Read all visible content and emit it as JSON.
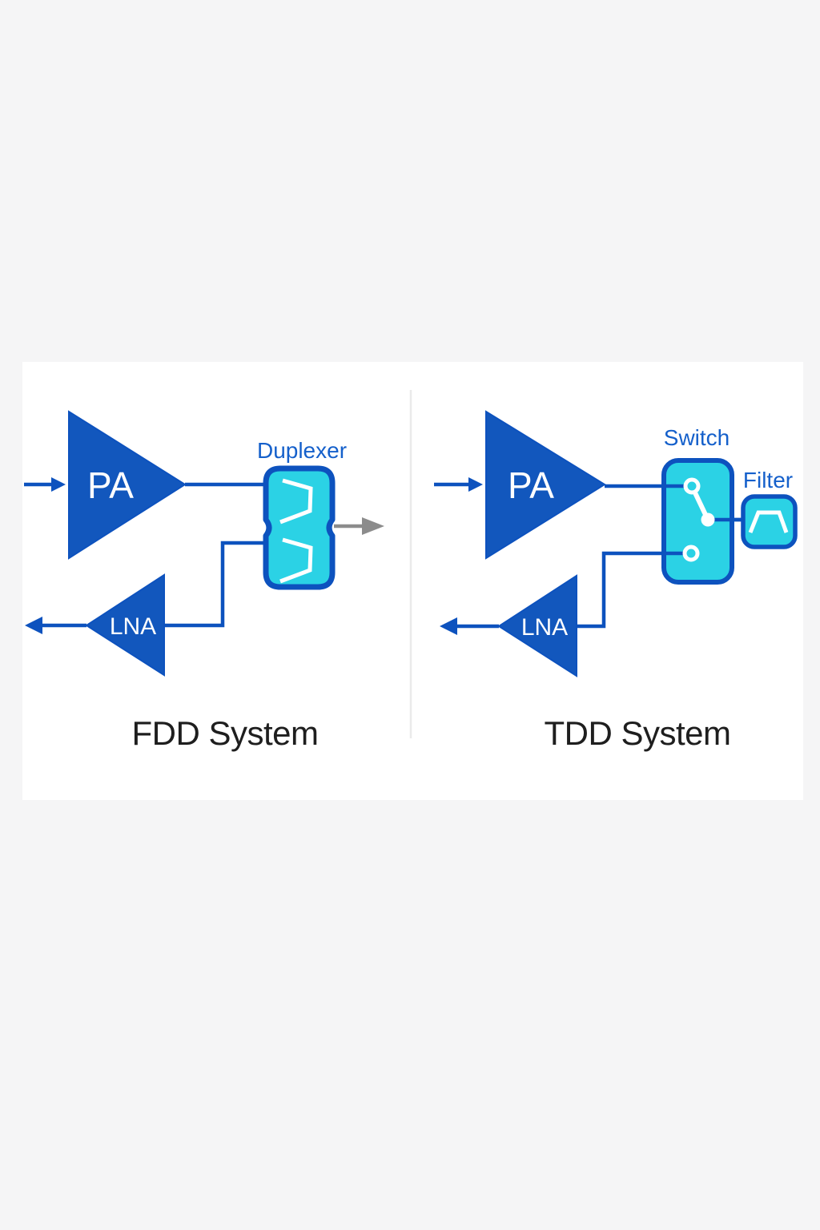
{
  "fdd": {
    "title": "FDD System",
    "pa_label": "PA",
    "lna_label": "LNA",
    "duplexer_label": "Duplexer"
  },
  "tdd": {
    "title": "TDD System",
    "pa_label": "PA",
    "lna_label": "LNA",
    "switch_label": "Switch",
    "filter_label": "Filter"
  },
  "colors": {
    "shape_blue": "#1257bd",
    "line_blue": "#0d52be",
    "component_cyan": "#2bd2e5",
    "label_blue": "#1560cb",
    "antenna_arrow_gray": "#8c8c8c",
    "title_text": "#1e1e1e",
    "page_background": "#f5f5f6",
    "panel_background": "#ffffff"
  }
}
